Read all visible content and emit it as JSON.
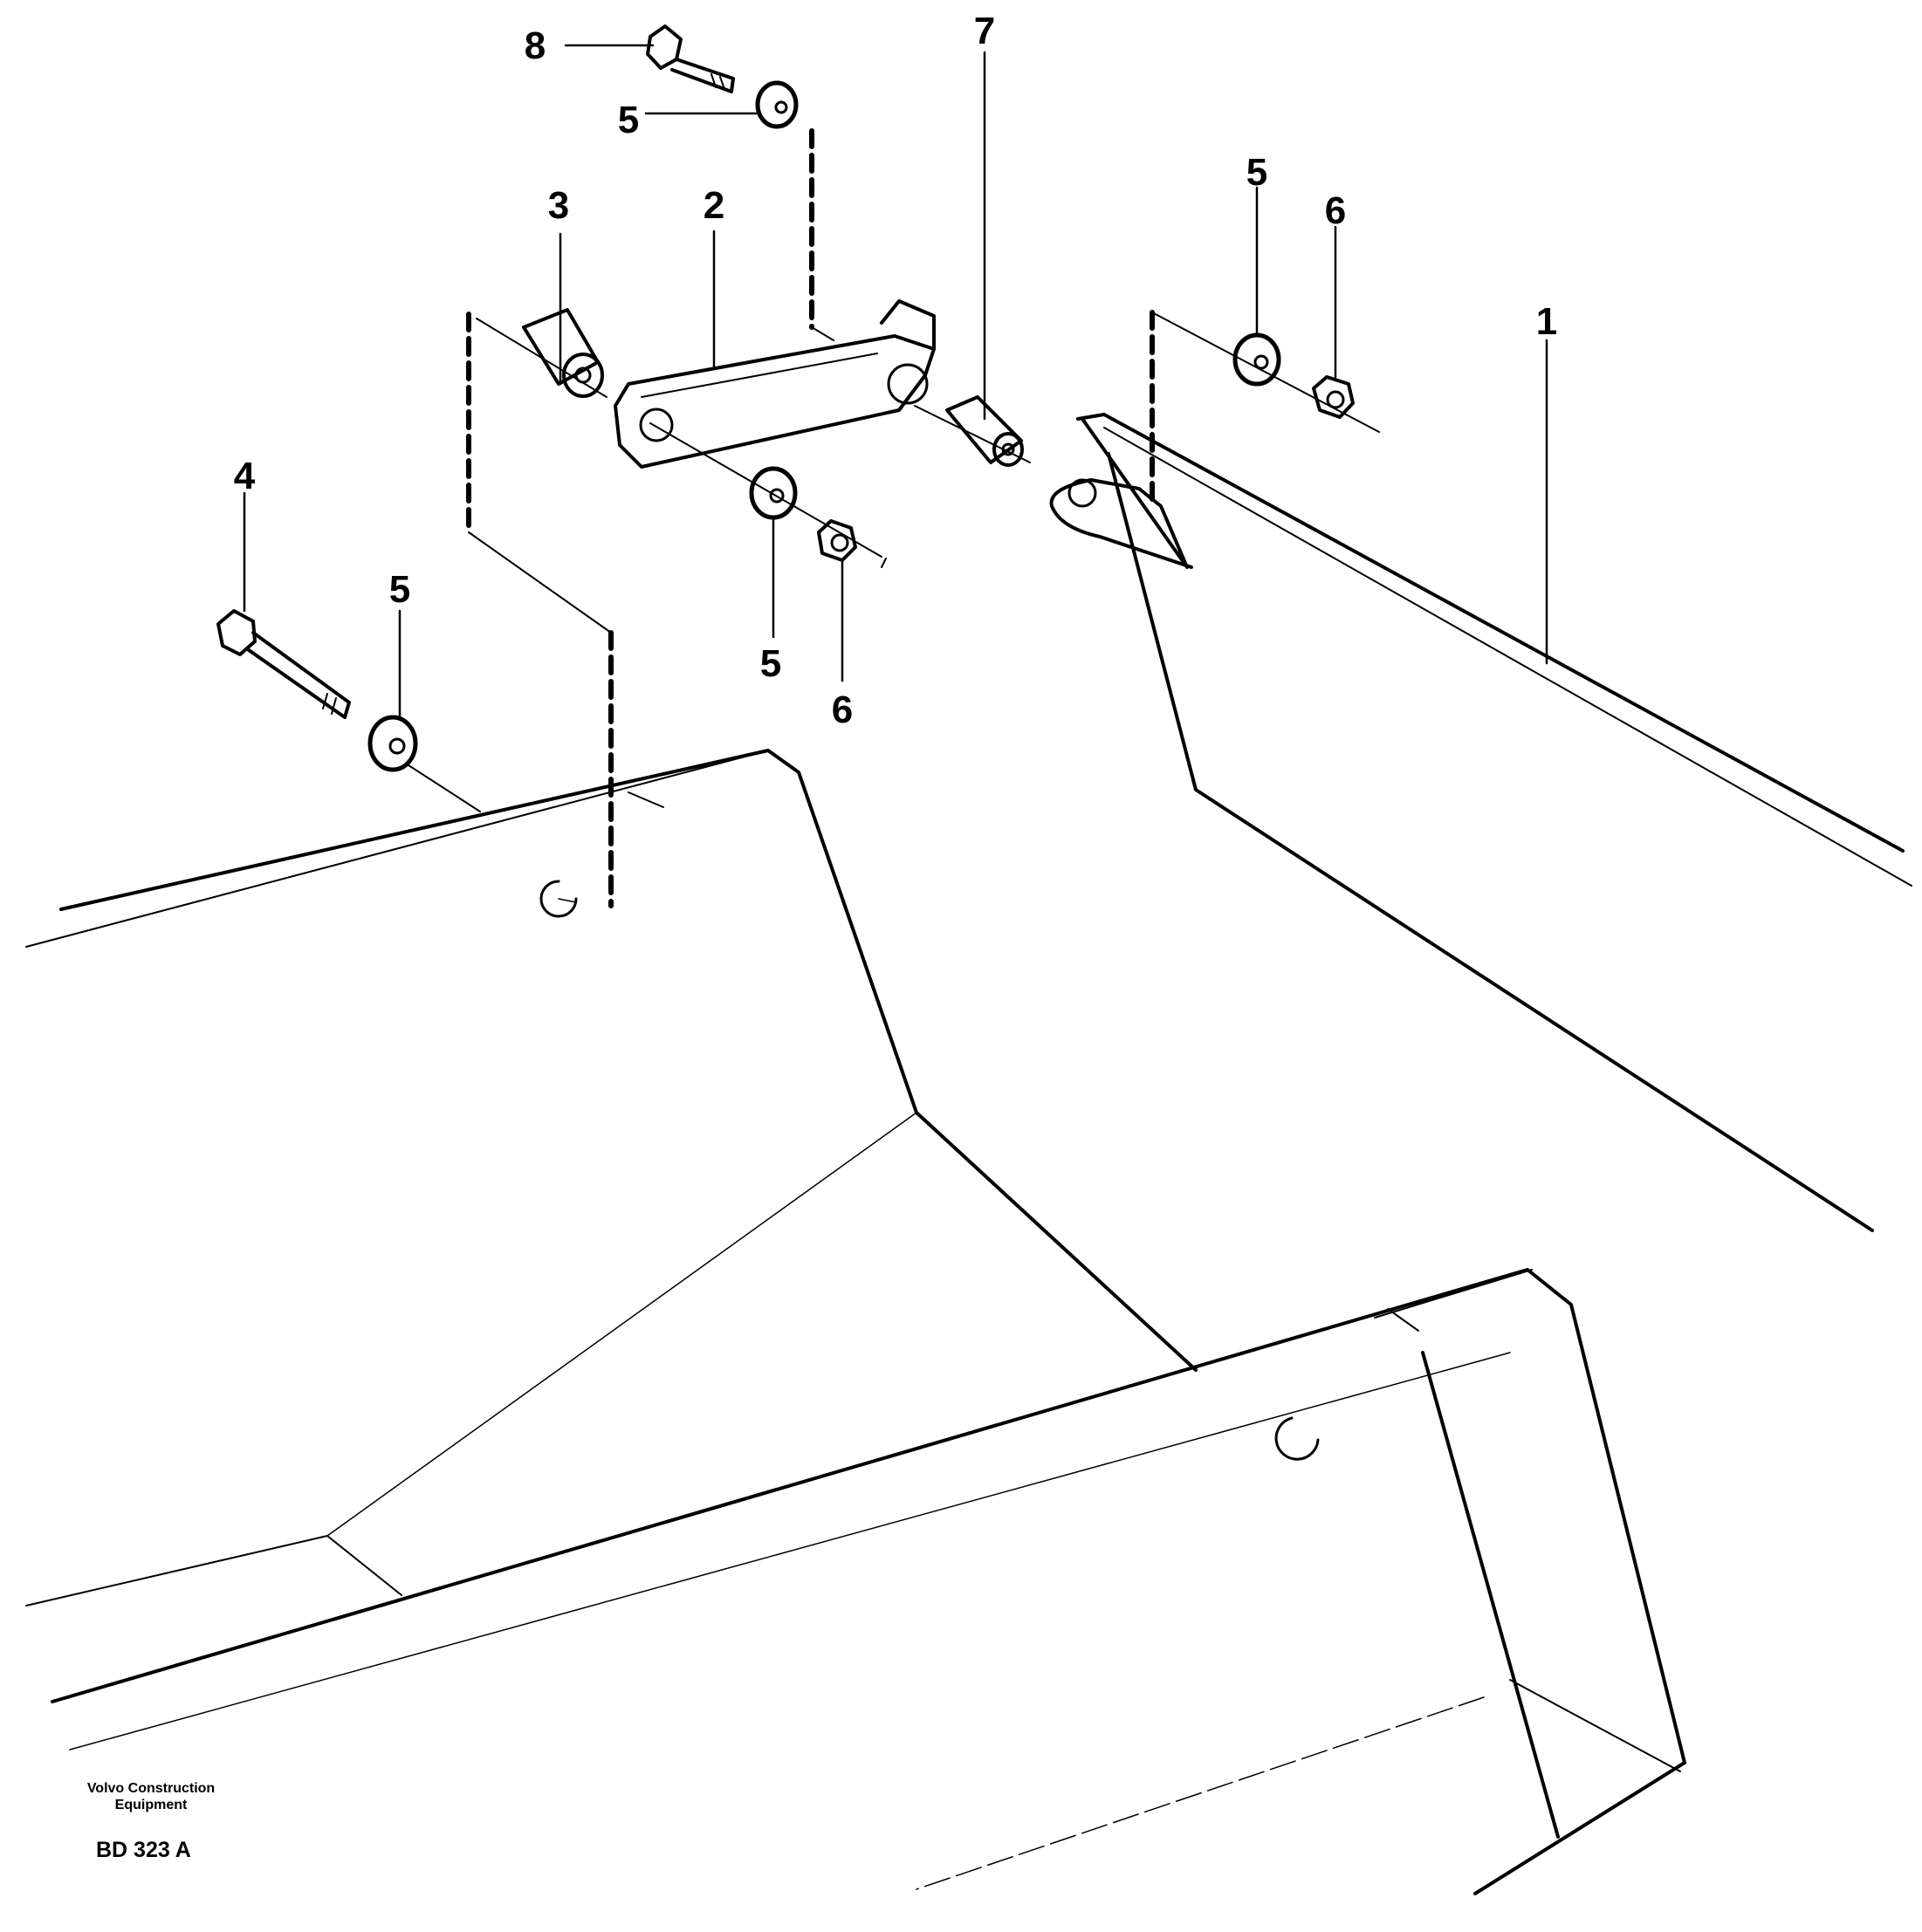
{
  "callouts": [
    "8",
    "5",
    "3",
    "2",
    "7",
    "5",
    "6",
    "1",
    "4",
    "5",
    "5",
    "6"
  ],
  "credit": {
    "line1": "Volvo Construction",
    "line2": "Equipment"
  },
  "drawing_code": "BD 323 A"
}
